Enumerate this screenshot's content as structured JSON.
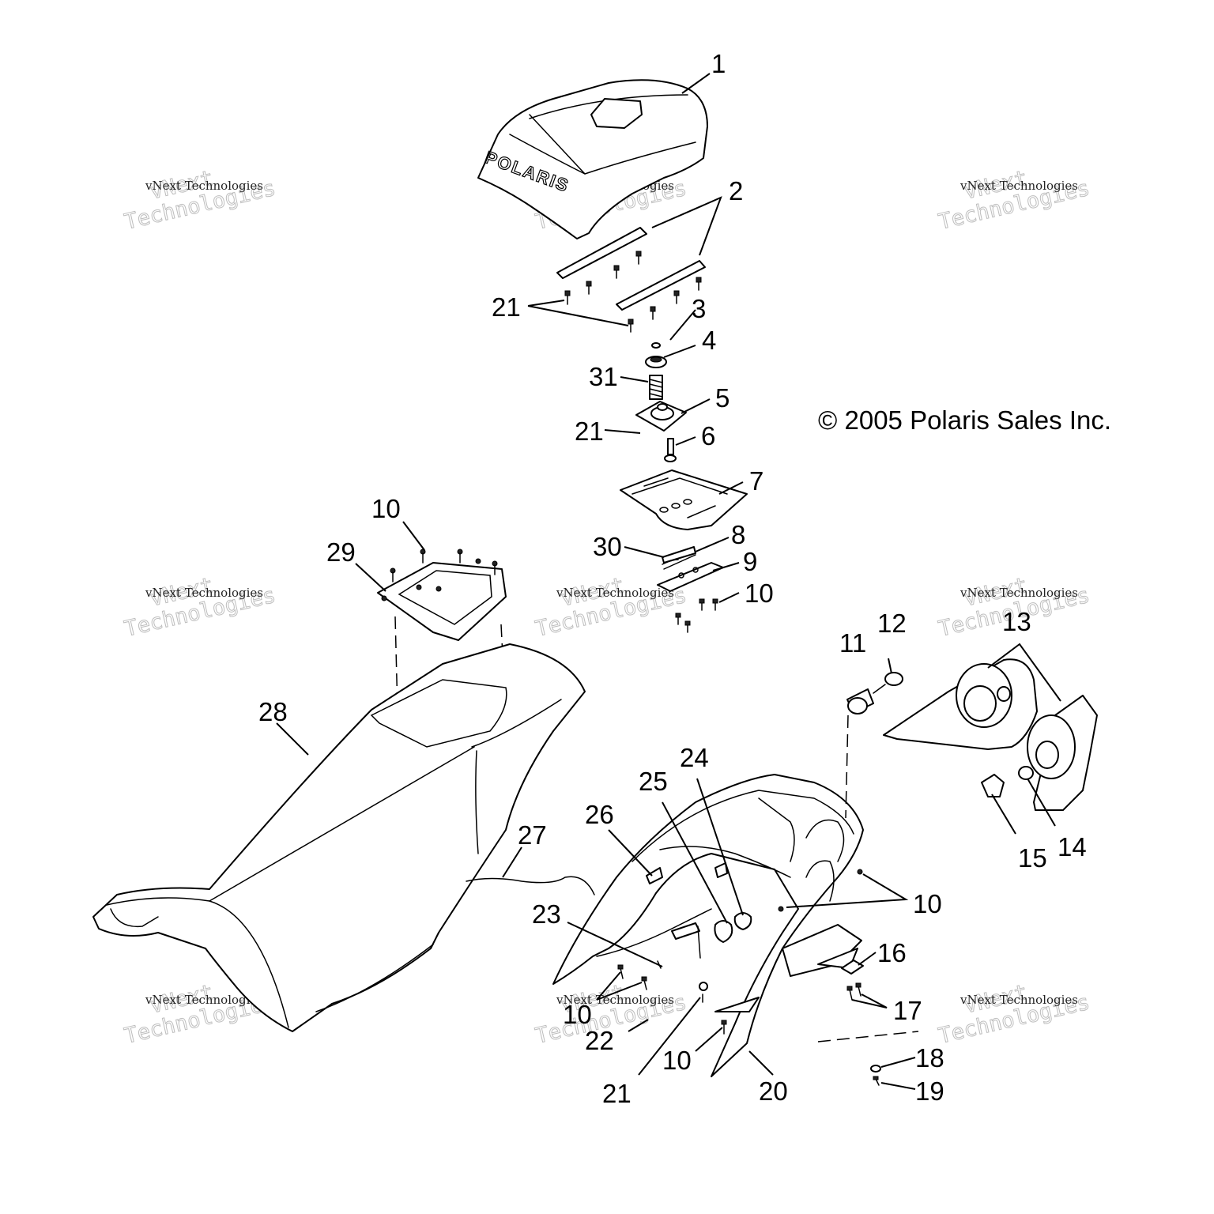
{
  "copyright": "© 2005 Polaris Sales Inc.",
  "seat_logo": "POLARIS",
  "watermark": {
    "line1": "vNext",
    "line2": "Technologies",
    "small": "vNext Technologies"
  },
  "callouts": [
    "1",
    "2",
    "21",
    "3",
    "4",
    "31",
    "5",
    "21",
    "6",
    "7",
    "30",
    "8",
    "9",
    "10",
    "10",
    "29",
    "28",
    "27",
    "26",
    "25",
    "24",
    "23",
    "11",
    "12",
    "13",
    "15",
    "14",
    "10",
    "16",
    "17",
    "18",
    "19",
    "20",
    "21",
    "10",
    "22",
    "10"
  ]
}
